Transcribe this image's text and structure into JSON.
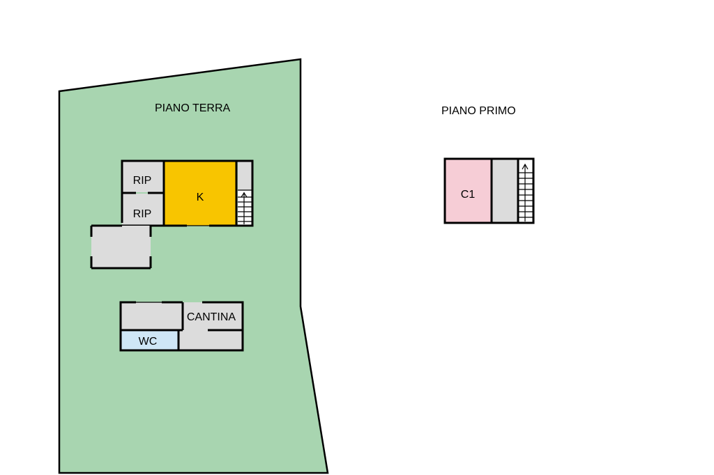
{
  "floors": {
    "ground": {
      "title": "PIANO TERRA",
      "rooms": {
        "rip1": "RIP",
        "rip2": "RIP",
        "kitchen": "K",
        "cantina": "CANTINA",
        "wc": "WC"
      }
    },
    "first": {
      "title": "PIANO PRIMO",
      "rooms": {
        "c1": "C1"
      }
    }
  },
  "colors": {
    "garden": "#a8d5b0",
    "room_grey": "#dcdcdc",
    "kitchen": "#f8c500",
    "wc": "#cfe6f6",
    "bedroom": "#f6cdd6"
  }
}
